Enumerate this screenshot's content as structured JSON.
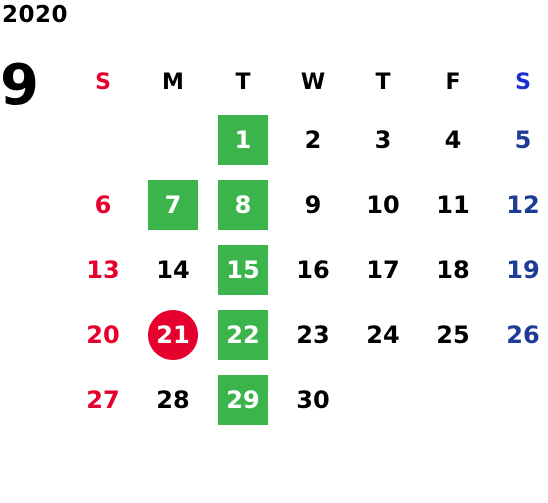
{
  "year": "2020",
  "month": "9",
  "colors": {
    "sunday": "#e5002d",
    "saturday": "#1e3c96",
    "saturday_header": "#1a2fd0",
    "weekday": "#000000",
    "highlight_green": "#3bb44b",
    "today_red": "#e5002d"
  },
  "weekdays": [
    "S",
    "M",
    "T",
    "W",
    "T",
    "F",
    "S"
  ],
  "first_weekday_index": 2,
  "days": [
    {
      "day": "1",
      "mark": "green"
    },
    {
      "day": "2",
      "mark": ""
    },
    {
      "day": "3",
      "mark": ""
    },
    {
      "day": "4",
      "mark": ""
    },
    {
      "day": "5",
      "mark": ""
    },
    {
      "day": "6",
      "mark": ""
    },
    {
      "day": "7",
      "mark": "green"
    },
    {
      "day": "8",
      "mark": "green"
    },
    {
      "day": "9",
      "mark": ""
    },
    {
      "day": "10",
      "mark": ""
    },
    {
      "day": "11",
      "mark": ""
    },
    {
      "day": "12",
      "mark": ""
    },
    {
      "day": "13",
      "mark": ""
    },
    {
      "day": "14",
      "mark": ""
    },
    {
      "day": "15",
      "mark": "green"
    },
    {
      "day": "16",
      "mark": ""
    },
    {
      "day": "17",
      "mark": ""
    },
    {
      "day": "18",
      "mark": ""
    },
    {
      "day": "19",
      "mark": ""
    },
    {
      "day": "20",
      "mark": ""
    },
    {
      "day": "21",
      "mark": "today"
    },
    {
      "day": "22",
      "mark": "green"
    },
    {
      "day": "23",
      "mark": ""
    },
    {
      "day": "24",
      "mark": ""
    },
    {
      "day": "25",
      "mark": ""
    },
    {
      "day": "26",
      "mark": ""
    },
    {
      "day": "27",
      "mark": ""
    },
    {
      "day": "28",
      "mark": ""
    },
    {
      "day": "29",
      "mark": "green"
    },
    {
      "day": "30",
      "mark": ""
    }
  ]
}
